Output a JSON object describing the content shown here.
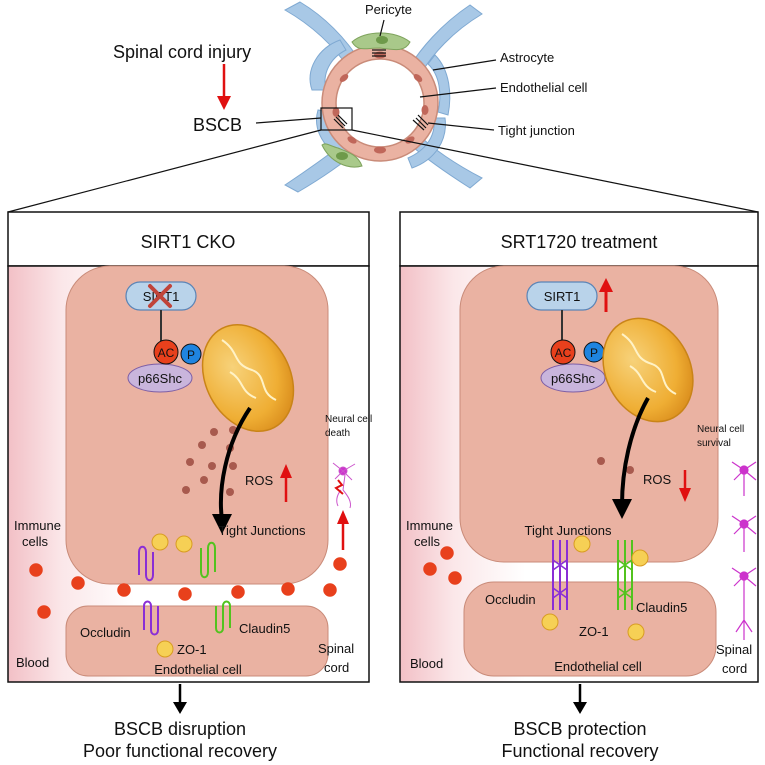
{
  "top": {
    "injury": "Spinal cord injury",
    "bscb": "BSCB",
    "pericyte": "Pericyte",
    "astrocyte": "Astrocyte",
    "endothelial": "Endothelial cell",
    "tight_junction": "Tight junction"
  },
  "left": {
    "title": "SIRT1 CKO",
    "sirt1": "SIRT1",
    "ac": "AC",
    "p": "P",
    "p66": "p66Shc",
    "neural_1": "Neural cell",
    "neural_2": "death",
    "ros": "ROS",
    "tight_junctions": "Tight Junctions",
    "immune_1": "Immune",
    "immune_2": "cells",
    "occludin": "Occludin",
    "claudin": "Claudin5",
    "zo1": "ZO-1",
    "endothelial": "Endothelial cell",
    "blood": "Blood",
    "spinal_1": "Spinal",
    "spinal_2": "cord",
    "outcome_1": "BSCB disruption",
    "outcome_2": "Poor functional recovery"
  },
  "right": {
    "title": "SRT1720 treatment",
    "sirt1": "SIRT1",
    "ac": "AC",
    "p": "P",
    "p66": "p66Shc",
    "neural_1": "Neural cell",
    "neural_2": "survival",
    "ros": "ROS",
    "tight_junctions": "Tight Junctions",
    "immune_1": "Immune",
    "immune_2": "cells",
    "occludin": "Occludin",
    "claudin": "Claudin5",
    "zo1": "ZO-1",
    "endothelial": "Endothelial cell",
    "blood": "Blood",
    "spinal_1": "Spinal",
    "spinal_2": "cord",
    "outcome_1": "BSCB protection",
    "outcome_2": "Functional recovery"
  },
  "colors": {
    "cell_fill": "#eab2a2",
    "sirt1_fill": "#b9d3ea",
    "p66_fill": "#c9b5dc",
    "ac_fill": "#e8401c",
    "p_fill": "#1f84e0",
    "mito_fill": "#f0b43c",
    "astro_fill": "#a8c8e6",
    "pericyte_fill": "#a9c98a",
    "red_arrow": "#e01010"
  }
}
